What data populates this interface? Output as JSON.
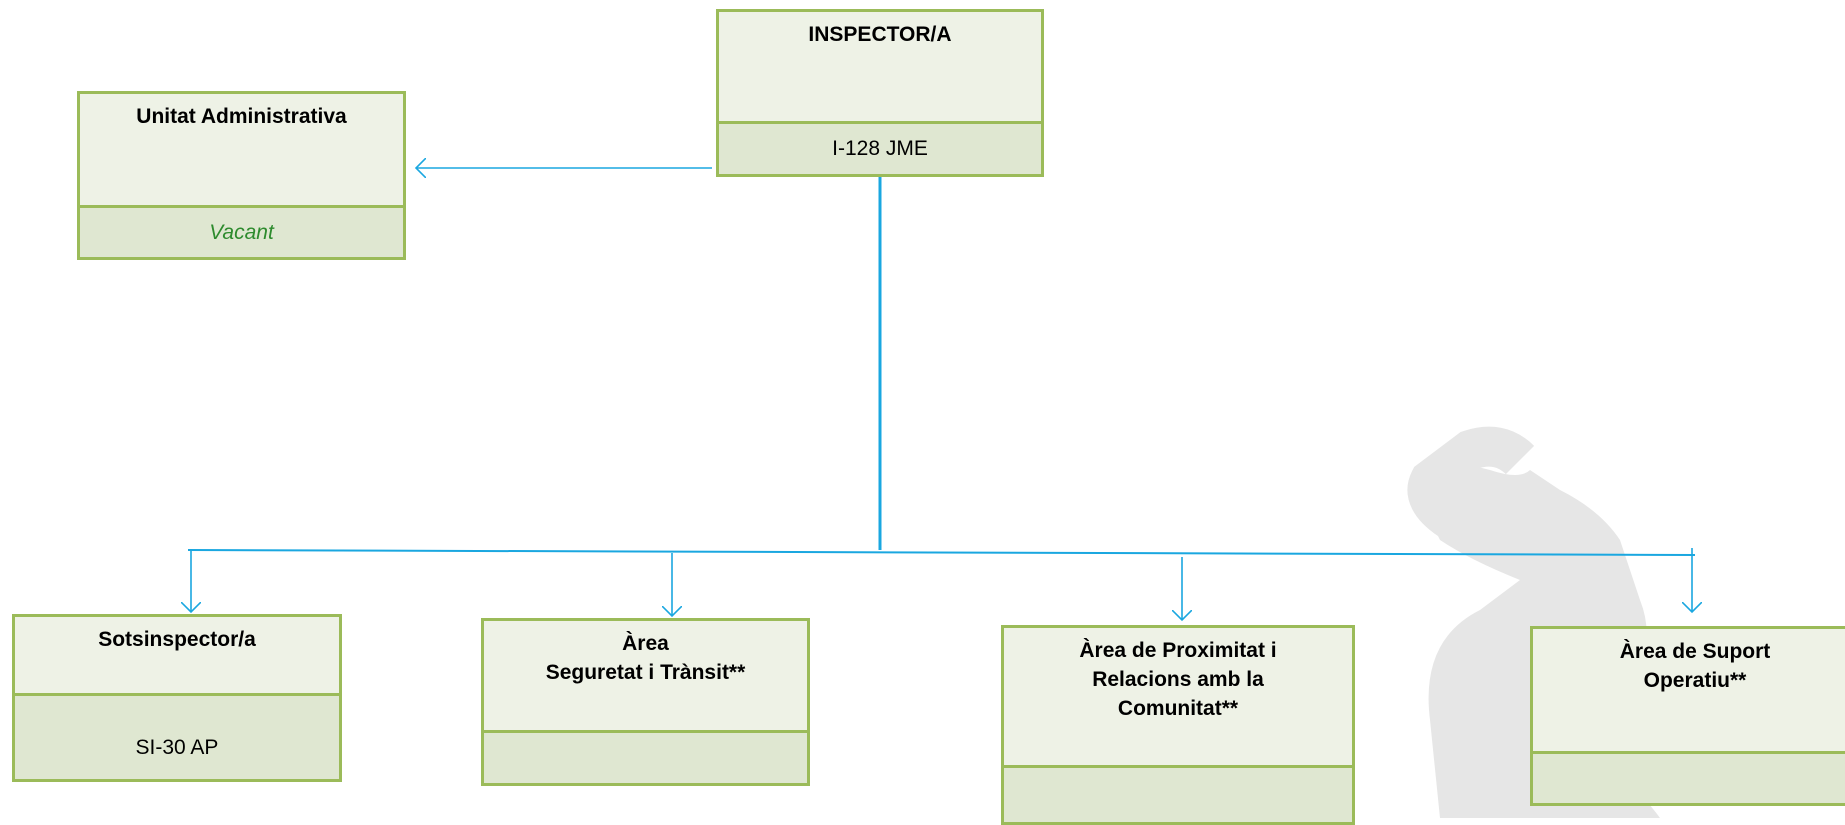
{
  "colors": {
    "box_border": "#9bbb59",
    "box_fill": "#eef2e6",
    "sub_fill": "#dfe7d1",
    "connector": "#1aa7e0",
    "vacant_text": "#2e8b2e",
    "watermark": "#e6e6e6"
  },
  "nodes": {
    "inspector": {
      "title": "INSPECTOR/A",
      "sub": "I-128 JME"
    },
    "admin": {
      "title": "Unitat Administrativa",
      "sub": "Vacant"
    },
    "sotsinspector": {
      "title": "Sotsinspector/a",
      "sub": "SI-30 AP"
    },
    "seguretat": {
      "title": "Àrea\nSeguretat i Trànsit**",
      "sub": ""
    },
    "proximitat": {
      "title": "Àrea de Proximitat i\nRelacions amb la\nComunitat**",
      "sub": ""
    },
    "suport": {
      "title": "Àrea de Suport\nOperatiu**",
      "sub": ""
    }
  }
}
